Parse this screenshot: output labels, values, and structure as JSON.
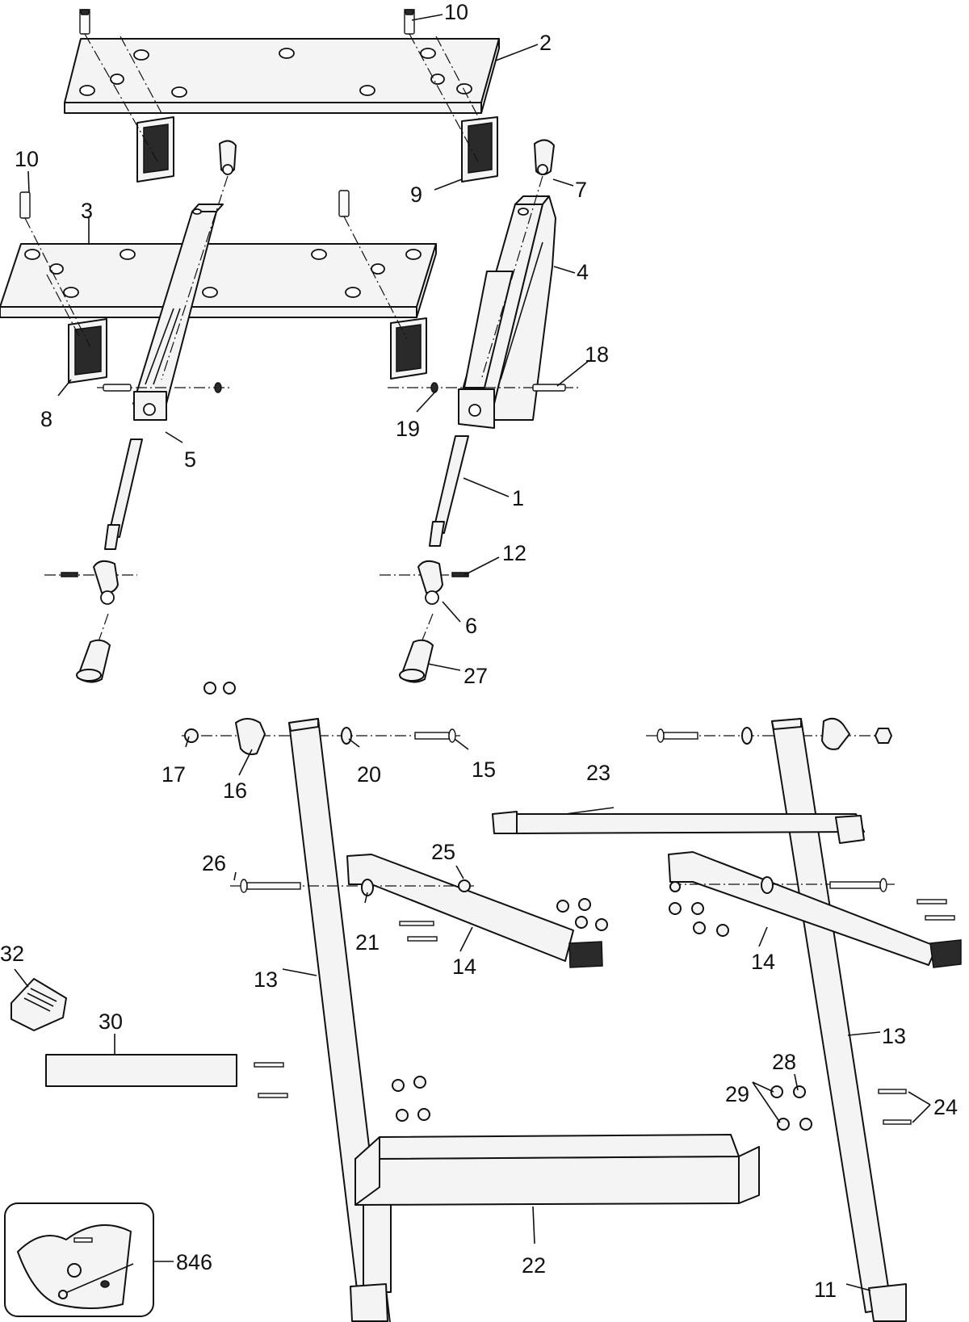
{
  "callouts": {
    "c1": "1",
    "c2": "2",
    "c3": "3",
    "c4": "4",
    "c5": "5",
    "c6": "6",
    "c7": "7",
    "c8": "8",
    "c9": "9",
    "c10a": "10",
    "c10b": "10",
    "c11": "11",
    "c12": "12",
    "c13a": "13",
    "c13b": "13",
    "c14a": "14",
    "c14b": "14",
    "c15": "15",
    "c16": "16",
    "c17": "17",
    "c18": "18",
    "c19": "19",
    "c20": "20",
    "c21": "21",
    "c22": "22",
    "c23": "23",
    "c24": "24",
    "c25": "25",
    "c26": "26",
    "c27": "27",
    "c28": "28",
    "c29": "29",
    "c30": "30",
    "c32": "32",
    "c846": "846"
  }
}
